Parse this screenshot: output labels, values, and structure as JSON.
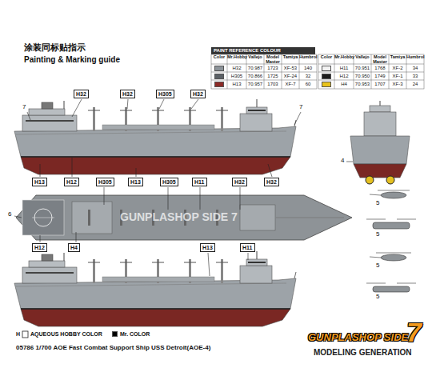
{
  "diagram": {
    "title": "Painting & Marking guide",
    "caption": "05786 1/700 AOE Fast Combat Support Ship USS Detroit(AOE-4)",
    "nodes": [
      {
        "text": [
          "H32"
        ]
      },
      {
        "text": [
          "H32"
        ]
      },
      {
        "text": [
          "H305"
        ]
      },
      {
        "text": [
          "H32"
        ]
      },
      {
        "text": [
          "H13"
        ]
      },
      {
        "text": [
          "H12"
        ]
      },
      {
        "text": [
          "H305"
        ]
      },
      {
        "text": [
          "H13"
        ]
      },
      {
        "text": [
          "H32"
        ]
      },
      {
        "text": [
          "H305"
        ]
      },
      {
        "text": [
          "H11"
        ]
      },
      {
        "text": [
          "H32"
        ]
      },
      {
        "text": [
          "H12"
        ]
      },
      {
        "text": [
          "H4"
        ]
      },
      {
        "text": [
          "H13"
        ]
      },
      {
        "text": [
          "H11"
        ]
      }
    ],
    "labels": [
      "涂装同标贴指示",
      "PAINT REFERENCE COLOUR",
      "Color",
      "Mr.Hobby",
      "Vallejo",
      "Model Master",
      "Tamiya",
      "Humbrol",
      "Color",
      "Mr.Hobby",
      "Vallejo",
      "Model Master",
      "Tamiya",
      "Humbrol",
      "70.987",
      "1723",
      "XF-53",
      "140",
      "70.866",
      "1725",
      "XF-24",
      "32",
      "70.957",
      "1703",
      "XF-7",
      "60",
      "70.951",
      "1768",
      "XF-2",
      "34",
      "70.950",
      "1749",
      "XF-1",
      "33",
      "70.953",
      "1707",
      "XF-3",
      "24",
      "7",
      "7",
      "6",
      "4",
      "5",
      "5",
      "5",
      "5",
      "GUNPLASHOP SIDE 7",
      "H",
      "GUNPLASHOP SIDE",
      "7",
      "MODELING GENERATION"
    ],
    "legend": [
      {
        "text": "H32",
        "color": "#8d949a"
      },
      {
        "text": "H305",
        "color": "#5c6166"
      },
      {
        "text": "H13",
        "color": "#8c2a26"
      },
      {
        "text": "H11",
        "color": "#f2f2f2"
      },
      {
        "text": "H12",
        "color": "#1c1c1c"
      },
      {
        "text": "H4",
        "color": "#e8c21a"
      },
      {
        "text": "AQUEOUS HOBBY COLOR"
      },
      {
        "text": "Mr. COLOR",
        "color": "#000000"
      }
    ]
  }
}
